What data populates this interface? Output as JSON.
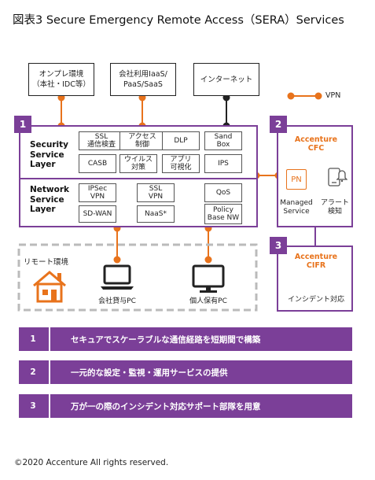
{
  "title": "図表3 Secure Emergency Remote Access（SERA）Services",
  "top_nodes": [
    "オンプレ環境\n（本社・IDC等）",
    "会社利用IaaS/\nPaaS/SaaS",
    "インターネット"
  ],
  "legend": {
    "label": "VPN",
    "color": "#e8731c"
  },
  "layer1": {
    "num": "1",
    "security_title": "Security\nService\nLayer",
    "security_cells": [
      "SSL\n通信検査",
      "アクセス\n制御",
      "DLP",
      "Sand\nBox",
      "CASB",
      "ウイルス\n対策",
      "アプリ\n可視化",
      "IPS"
    ],
    "network_title": "Network\nService\nLayer",
    "network_cells": [
      "IPSec\nVPN",
      "SSL\nVPN",
      "QoS",
      "SD-WAN",
      "NaaS*",
      "Policy\nBase NW"
    ]
  },
  "cfc": {
    "num": "2",
    "brand": "Accenture\nCFC",
    "pn": "PN",
    "managed": "Managed\nService",
    "alert": "アラート\n検知"
  },
  "cifr": {
    "num": "3",
    "brand": "Accenture\nCIFR",
    "label": "インシデント対応"
  },
  "remote": {
    "title": "リモート環境",
    "pc_company": "会社貸与PC",
    "pc_personal": "個人保有PC"
  },
  "bars": [
    {
      "num": "1",
      "text": "セキュアでスケーラブルな通信経路を短期間で構築"
    },
    {
      "num": "2",
      "text": "一元的な設定・監視・運用サービスの提供"
    },
    {
      "num": "3",
      "text": "万が一の際のインシデント対応サポート部隊を用意"
    }
  ],
  "colors": {
    "purple": "#7b3f98",
    "orange": "#e8731c"
  },
  "copyright": "©2020 Accenture All rights reserved."
}
